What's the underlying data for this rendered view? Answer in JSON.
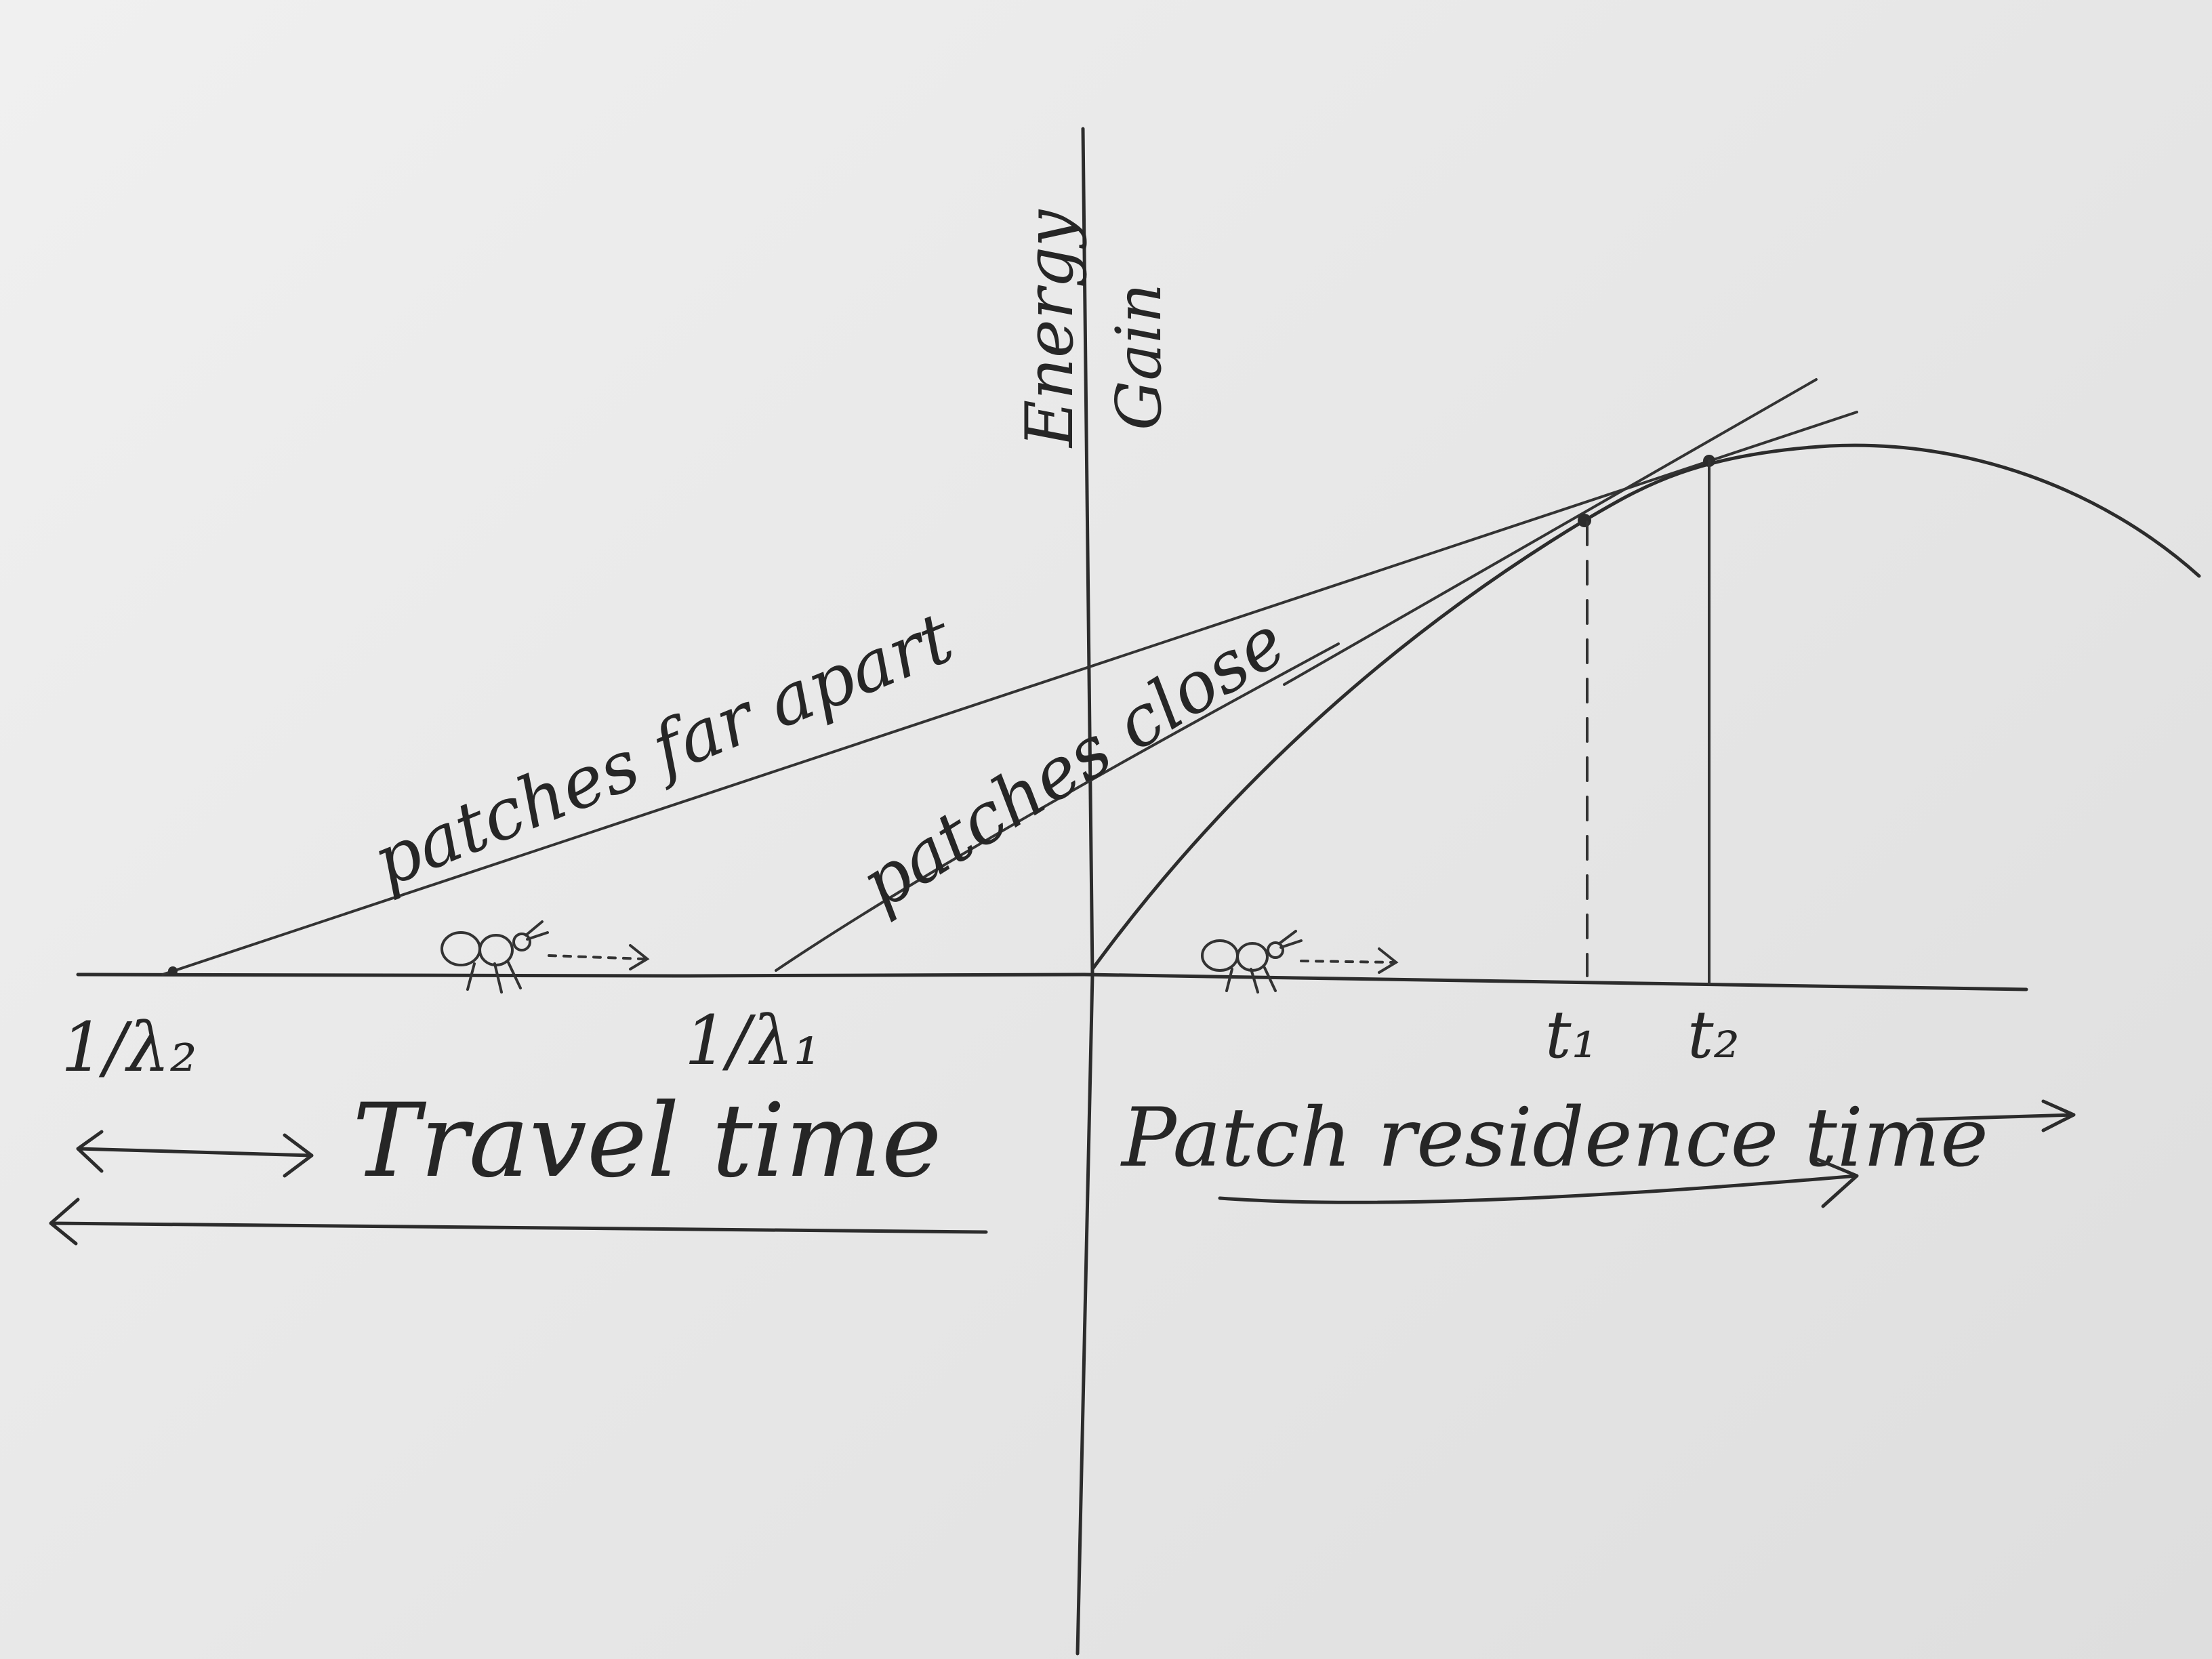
{
  "labels": {
    "y_axis_line1": "Energy",
    "y_axis_line2": "Gain",
    "line_far": "patches far apart",
    "line_close": "patches close",
    "x_tick_left_far": "1/λ₂",
    "x_tick_left_close": "1/λ₁",
    "x_tick_t1": "t₁",
    "x_tick_t2": "t₂",
    "travel_time": "Travel time",
    "residence_time": "Patch residence time"
  },
  "colors": {
    "ink": "#2c2c2c",
    "paper": "#ececec"
  },
  "icons": [
    "ant-icon",
    "ant-icon",
    "arrow-icon"
  ]
}
